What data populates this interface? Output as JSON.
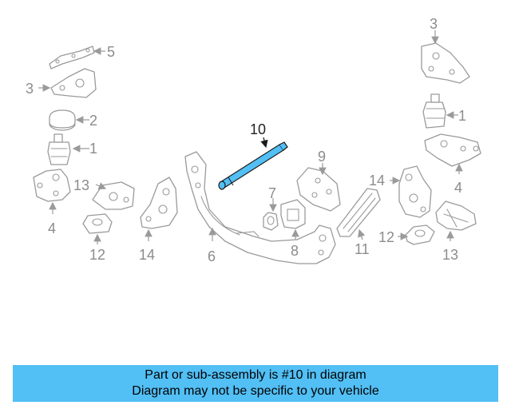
{
  "callouts": {
    "c1_left": "1",
    "c2": "2",
    "c3_left": "3",
    "c4_left": "4",
    "c5": "5",
    "c6": "6",
    "c7": "7",
    "c8": "8",
    "c9": "9",
    "c10": "10",
    "c11": "11",
    "c12_left": "12",
    "c13_left": "13",
    "c14_left": "14",
    "c3_right": "3",
    "c1_right": "1",
    "c4_right": "4",
    "c14_right": "14",
    "c12_right": "12",
    "c13_right": "13"
  },
  "highlight_color": "#52bff5",
  "banner": {
    "line1": "Part or sub-assembly is #10 in diagram",
    "line2": "Diagram may not be specific to your vehicle"
  }
}
